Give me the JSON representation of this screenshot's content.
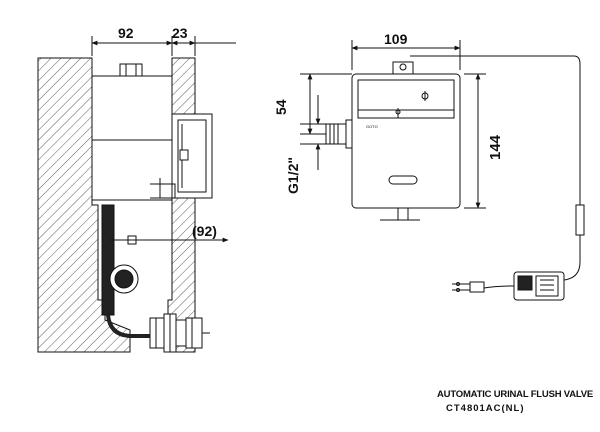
{
  "side_view": {
    "dim_width": "92",
    "dim_cover": "23",
    "dim_rough_in": "(92)"
  },
  "front_view": {
    "dim_width": "109",
    "dim_height": "144",
    "dim_outlet_offset": "54",
    "thread_size": "G1/2\"",
    "brand_mark": "GOTO"
  },
  "caption": {
    "title": "AUTOMATIC URINAL FLUSH VALVE",
    "model": "CT4801AC(NL)"
  },
  "colors": {
    "line": "#111111",
    "hatch": "#333333",
    "background": "#ffffff"
  }
}
